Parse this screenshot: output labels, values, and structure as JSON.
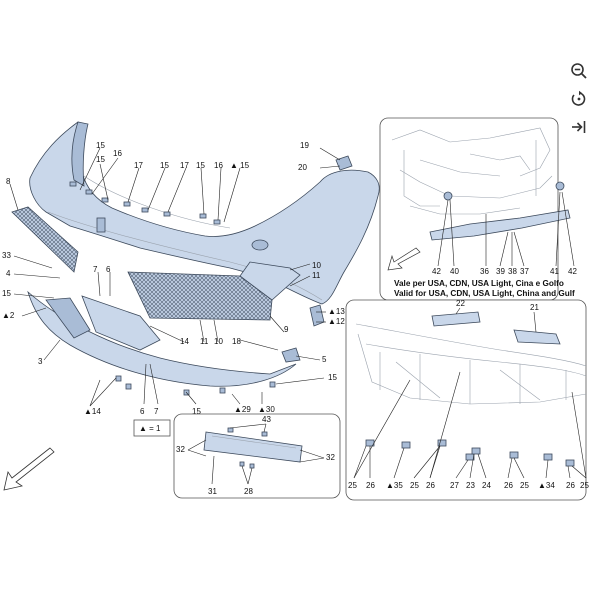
{
  "toolbar": {
    "zoom_icon": "zoom-out-icon",
    "reset_icon": "rotate-reset-icon",
    "collapse_icon": "collapse-right-icon"
  },
  "colors": {
    "part_fill": "#c9d7ea",
    "part_stroke": "#3d4a5c"
  },
  "main": {
    "labels": [
      "15",
      "16",
      "15",
      "17",
      "15",
      "17",
      "15",
      "16",
      "▲ 15",
      "8",
      "19",
      "20",
      "33",
      "4",
      "15",
      "7",
      "6",
      "10",
      "11",
      "▲2",
      "▲13",
      "▲12",
      "3",
      "14",
      "11",
      "10",
      "18",
      "9",
      "5",
      "▲14",
      "6",
      "7",
      "15",
      "▲29",
      "▲30",
      "15",
      "▲ = 1"
    ]
  },
  "inset_top": {
    "note1": "Vale per USA, CDN, USA Light, Cina e Golfo",
    "note2": "Valid for USA, CDN, USA Light, China and Gulf",
    "labels": [
      "22",
      "21",
      "42",
      "40",
      "36",
      "39",
      "38",
      "37",
      "41",
      "42"
    ]
  },
  "inset_right": {
    "labels": [
      "25",
      "26",
      "▲35",
      "25",
      "26",
      "27",
      "23",
      "24",
      "26",
      "25",
      "▲34",
      "26",
      "25"
    ]
  },
  "inset_plate": {
    "labels": [
      "43",
      "32",
      "32",
      "31",
      "28"
    ]
  }
}
